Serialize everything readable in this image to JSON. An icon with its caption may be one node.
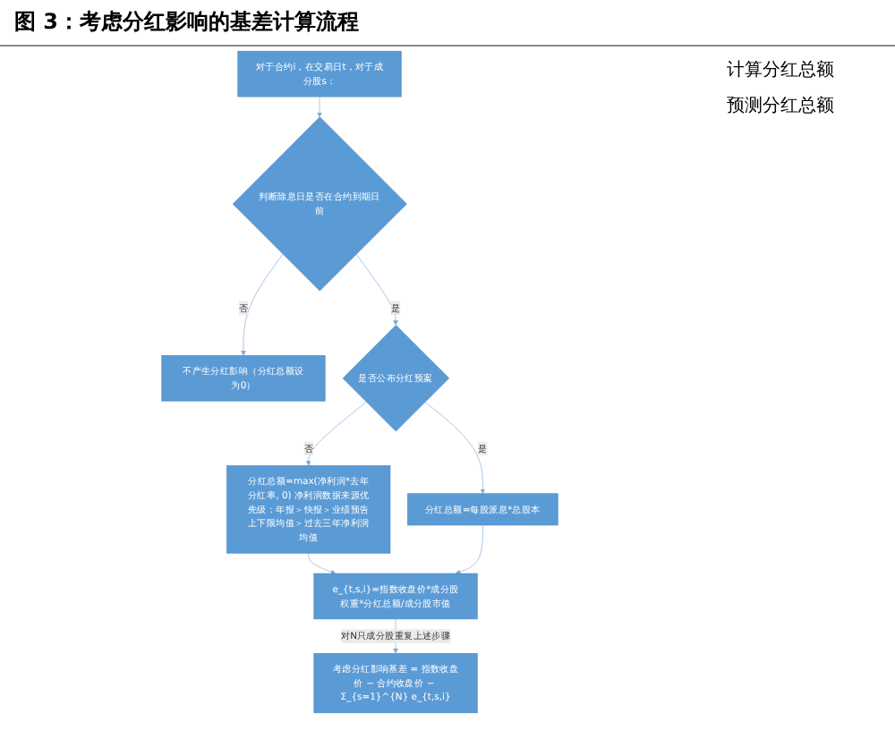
{
  "diagram": {
    "title": "图 3：考虑分红影响的基差计算流程",
    "nodes": [
      {
        "text": [
          "对于合约i，在交易日t，对于成分股s："
        ]
      },
      {
        "text": [
          "判断除息日是否在合约到期日前"
        ]
      },
      {
        "text": [
          "不产生分红影响（分红总额设为0）"
        ]
      },
      {
        "text": [
          "是否公布分红预案"
        ]
      },
      {
        "text": [
          "分红总额=每股派息*总股本"
        ]
      },
      {
        "text": [
          "分红总额=max(净利润*去年分红率, 0) 净利润数据来源优先级：年报＞快报＞业绩预告上下限均值＞过去三年净利润均值"
        ]
      },
      {
        "text": [
          "e_{t,s,i}=指数收盘价*成分股权重*分红总额/成分股市值"
        ]
      },
      {
        "text": [
          "考虑分红影响基差 = 指数收盘价 − 合约收盘价 − Σ_{s=1}^{N} e_{t,s,i}"
        ]
      }
    ],
    "edges": [
      {
        "from": 0,
        "to": 1,
        "arrow": "to"
      },
      {
        "from": 1,
        "to": 2,
        "arrow": "to",
        "label": "否"
      },
      {
        "from": 1,
        "to": 3,
        "arrow": "to",
        "label": "是"
      },
      {
        "from": 3,
        "to": 4,
        "arrow": "to",
        "label": "是"
      },
      {
        "from": 3,
        "to": 5,
        "arrow": "to",
        "label": "否"
      },
      {
        "from": 5,
        "to": 6,
        "arrow": "to"
      },
      {
        "from": 4,
        "to": 6,
        "arrow": "to"
      },
      {
        "from": 6,
        "to": 7,
        "arrow": "to",
        "label": "对N只成分股重复上述步骤"
      }
    ],
    "labels": [
      "计算分红总额",
      "预测分红总额"
    ]
  }
}
